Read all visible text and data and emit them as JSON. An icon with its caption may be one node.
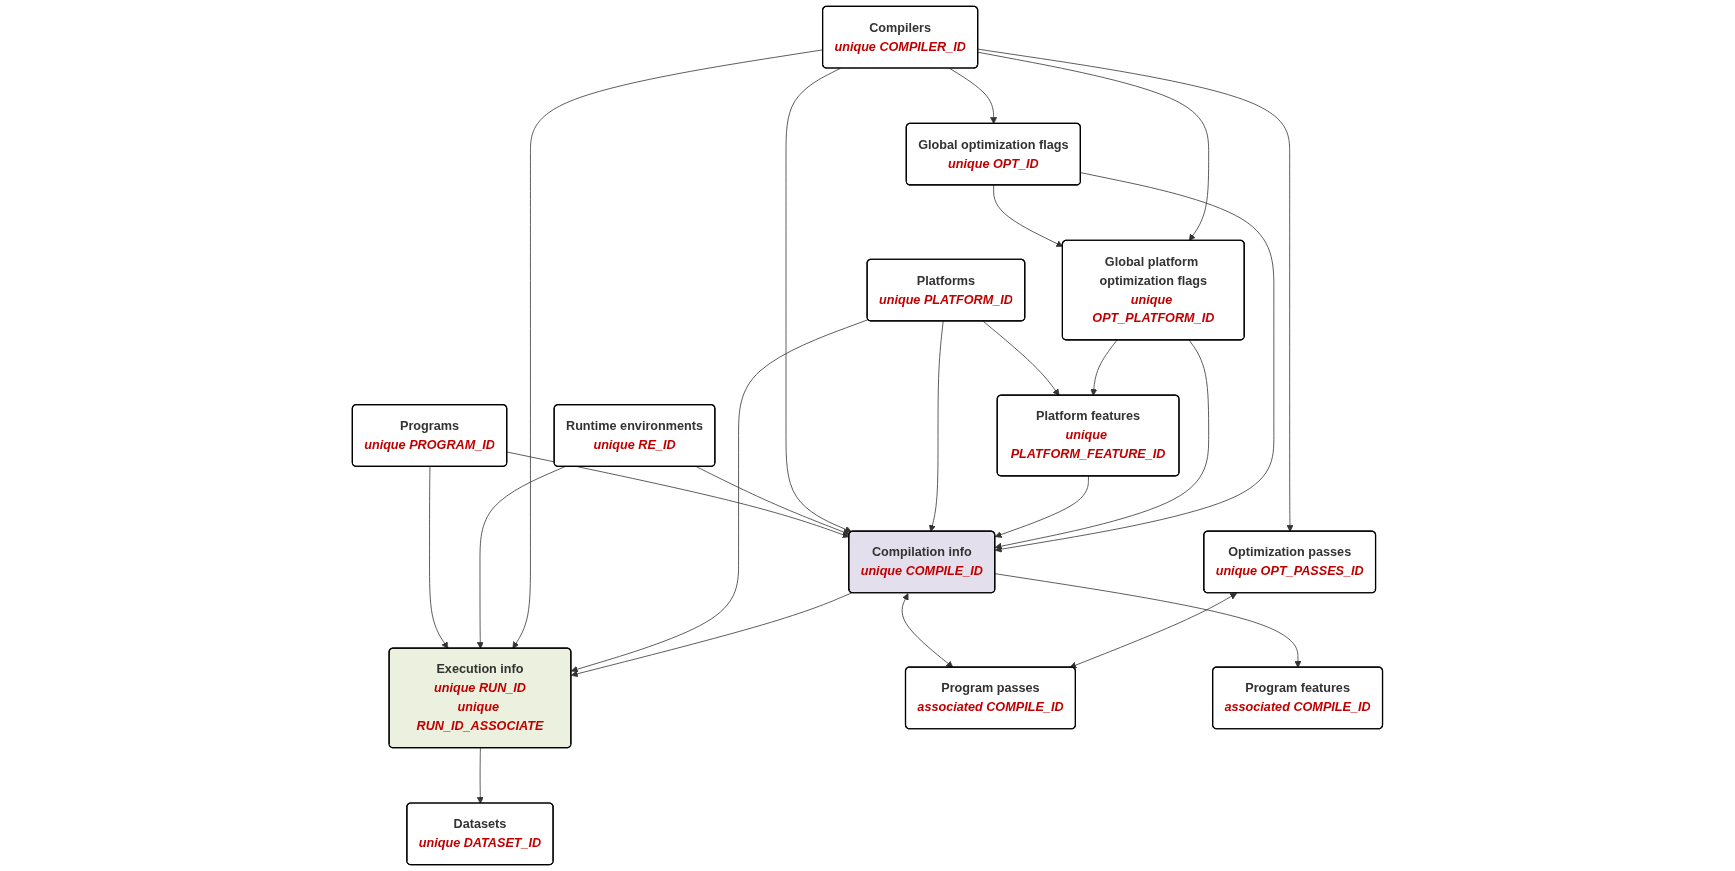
{
  "diagram": {
    "nodes": [
      {
        "text": [
          "Platforms",
          "unique PLATFORM_ID"
        ]
      },
      {
        "text": [
          "Platform features",
          "unique PLATFORM_FEATURE_ID"
        ]
      },
      {
        "text": [
          "Compilers",
          "unique COMPILER_ID"
        ]
      },
      {
        "text": [
          "Global platform optimization flags",
          "unique OPT_PLATFORM_ID"
        ]
      },
      {
        "text": [
          "Runtime environments",
          "unique RE_ID"
        ]
      },
      {
        "text": [
          "Global optimization flags",
          "unique OPT_ID"
        ]
      },
      {
        "text": [
          "Programs",
          "unique PROGRAM_ID"
        ]
      },
      {
        "text": [
          "Optimization passes",
          "unique OPT_PASSES_ID"
        ]
      },
      {
        "text": [
          "Datasets",
          "unique DATASET_ID"
        ]
      },
      {
        "text": [
          "Execution info",
          "unique RUN_ID",
          "unique RUN_ID_ASSOCIATE"
        ]
      },
      {
        "text": [
          "Compilation info",
          "unique COMPILE_ID"
        ]
      },
      {
        "text": [
          "Program passes",
          "associated COMPILE_ID"
        ]
      },
      {
        "text": [
          "Program features",
          "associated COMPILE_ID"
        ]
      }
    ],
    "edges": [
      {
        "from": 0,
        "to": 1,
        "arrow": "to"
      },
      {
        "from": 3,
        "to": 1,
        "arrow": "to"
      },
      {
        "from": 5,
        "to": 3,
        "arrow": "to"
      },
      {
        "from": 2,
        "to": 3,
        "arrow": "to"
      },
      {
        "from": 2,
        "to": 5,
        "arrow": "to"
      },
      {
        "from": 2,
        "to": 7,
        "arrow": "to"
      },
      {
        "from": 6,
        "to": 9,
        "arrow": "to"
      },
      {
        "from": 4,
        "to": 9,
        "arrow": "to"
      },
      {
        "from": 2,
        "to": 9,
        "arrow": "to"
      },
      {
        "from": 0,
        "to": 9,
        "arrow": "to"
      },
      {
        "from": 6,
        "to": 10,
        "arrow": "to"
      },
      {
        "from": 4,
        "to": 10,
        "arrow": "to"
      },
      {
        "from": 2,
        "to": 10,
        "arrow": "to"
      },
      {
        "from": 0,
        "to": 10,
        "arrow": "to"
      },
      {
        "from": 1,
        "to": 10,
        "arrow": "to"
      },
      {
        "from": 3,
        "to": 10,
        "arrow": "to"
      },
      {
        "from": 5,
        "to": 10,
        "arrow": "to"
      },
      {
        "from": 9,
        "to": 8,
        "arrow": "to"
      },
      {
        "from": 10,
        "to": 9,
        "arrow": "to"
      },
      {
        "from": 10,
        "to": 11,
        "arrow": "both"
      },
      {
        "from": 10,
        "to": 12,
        "arrow": "to"
      },
      {
        "from": 7,
        "to": 11,
        "arrow": "both"
      }
    ]
  }
}
